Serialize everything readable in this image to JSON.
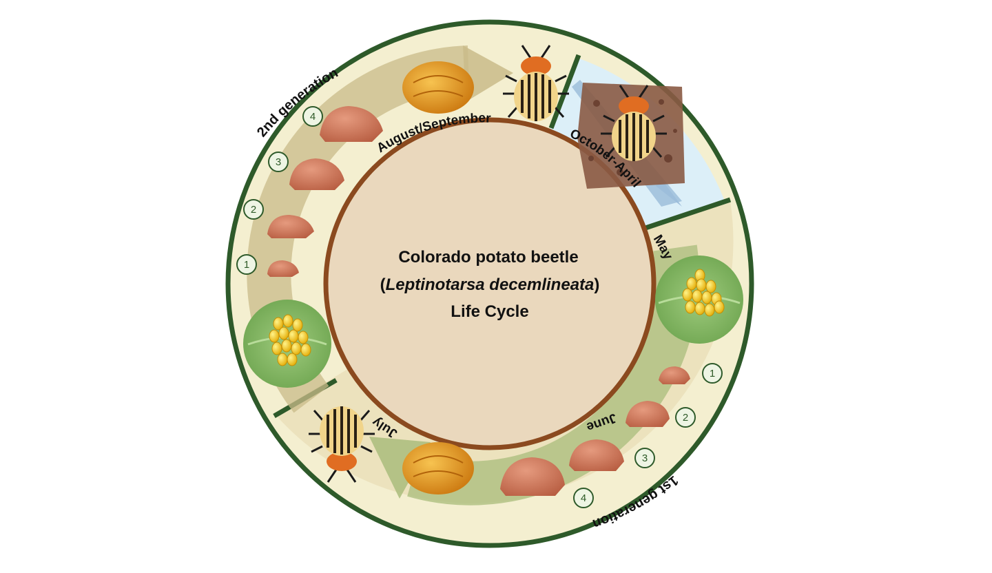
{
  "title": {
    "line1": "Colorado potato beetle",
    "line2_open": "(",
    "line2_italic": "Leptinotarsa decemlineata",
    "line2_close": ")",
    "line3": "Life Cycle"
  },
  "generations": {
    "first": "1st generation",
    "second": "2nd generation"
  },
  "seasons": {
    "overwinter": "October-April",
    "may": "May",
    "june": "June",
    "july": "July",
    "aug_sep": "August/September"
  },
  "larval_stages": {
    "first_generation": [
      "1",
      "2",
      "3",
      "4"
    ],
    "second_generation": [
      "1",
      "2",
      "3",
      "4"
    ]
  },
  "colors": {
    "ring_border": "#2e5a2a",
    "band_cream": "#f4efd0",
    "band_tan": "#ece2bd",
    "arrow_track": "#c9bb8a",
    "inner_disk": "#ead8bd",
    "inner_border": "#8b4a1f",
    "winter_blue": "#dceff8",
    "winter_arrow": "#9dbedb",
    "soil": "#8a5a44",
    "leaf": "#7fb461",
    "egg": "#f2c414",
    "larva": "#cf7a5c",
    "pupa": "#e59b1f",
    "beetle_stripe_light": "#f1d48a",
    "beetle_stripe_dark": "#2a2014",
    "beetle_head": "#e06d22"
  }
}
